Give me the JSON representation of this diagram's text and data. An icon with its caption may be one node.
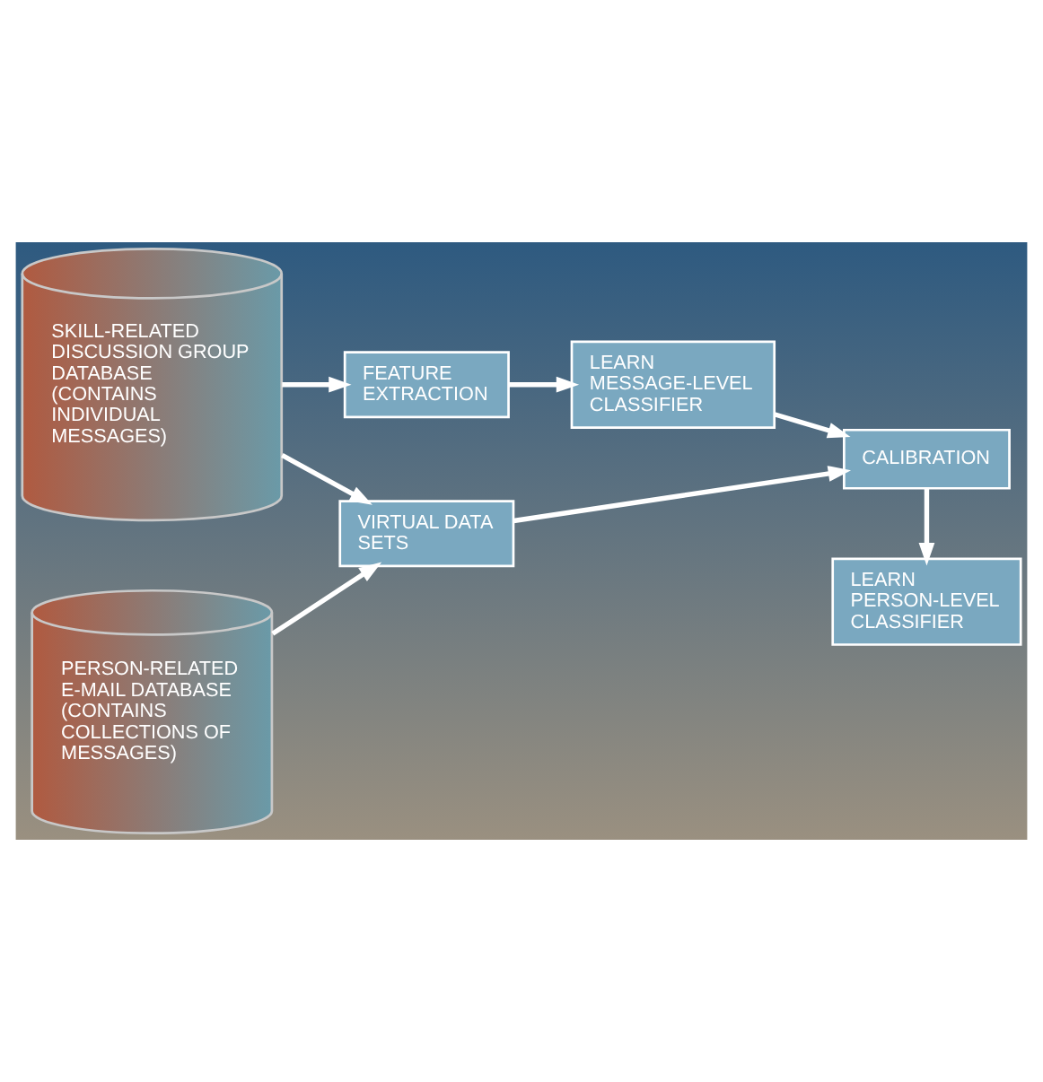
{
  "diagram": {
    "nodes": [
      {
        "text": [
          "SKILL-RELATED DISCUSSION GROUP DATABASE (CONTAINS INDIVIDUAL MESSAGES)"
        ]
      },
      {
        "text": [
          "FEATURE EXTRACTION"
        ]
      },
      {
        "text": [
          "LEARN MESSAGE-LEVEL CLASSIFIER"
        ]
      },
      {
        "text": [
          "PERSON-RELATED E-MAIL DATABASE (CONTAINS COLLECTIONS OF MESSAGES)"
        ]
      },
      {
        "text": [
          "VIRTUAL DATA SETS"
        ]
      },
      {
        "text": [
          "CALIBRATION"
        ]
      },
      {
        "text": [
          "LEARN PERSON-LEVEL CLASSIFIER"
        ]
      }
    ],
    "edges": [
      {
        "from": 0,
        "to": 1,
        "arrow": "to"
      },
      {
        "from": 1,
        "to": 2,
        "arrow": "to"
      },
      {
        "from": 0,
        "to": 4,
        "arrow": "to"
      },
      {
        "from": 2,
        "to": 5,
        "arrow": "to"
      },
      {
        "from": 3,
        "to": 4,
        "arrow": "to"
      },
      {
        "from": 4,
        "to": 5,
        "arrow": "to"
      },
      {
        "from": 5,
        "to": 6,
        "arrow": "to"
      }
    ]
  }
}
